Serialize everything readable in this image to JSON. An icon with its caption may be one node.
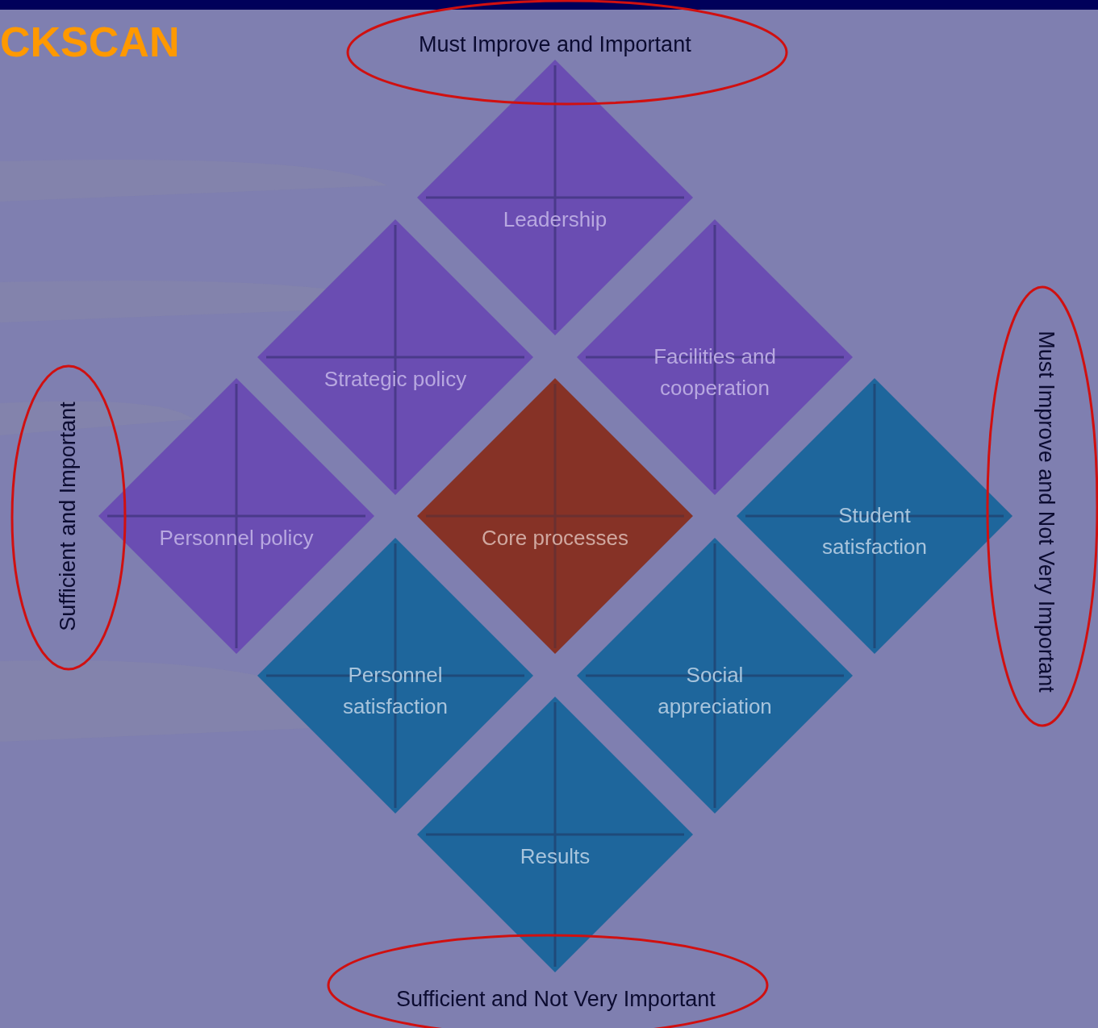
{
  "diagram": {
    "title": "CKSCAN",
    "nodes": [
      {
        "text": [
          "Leadership"
        ]
      },
      {
        "text": [
          "Strategic policy"
        ]
      },
      {
        "text": [
          "Facilities and cooperation"
        ]
      },
      {
        "text": [
          "Personnel policy"
        ]
      },
      {
        "text": [
          "Core processes"
        ]
      },
      {
        "text": [
          "Student satisfaction"
        ]
      },
      {
        "text": [
          "Personnel satisfaction"
        ]
      },
      {
        "text": [
          "Social appreciation"
        ]
      },
      {
        "text": [
          "Results"
        ]
      }
    ],
    "labels": [
      "Must Improve and Important",
      "Sufficient and Important",
      "Must Improve and Not Very Important",
      "Sufficient and Not Very Important"
    ]
  }
}
